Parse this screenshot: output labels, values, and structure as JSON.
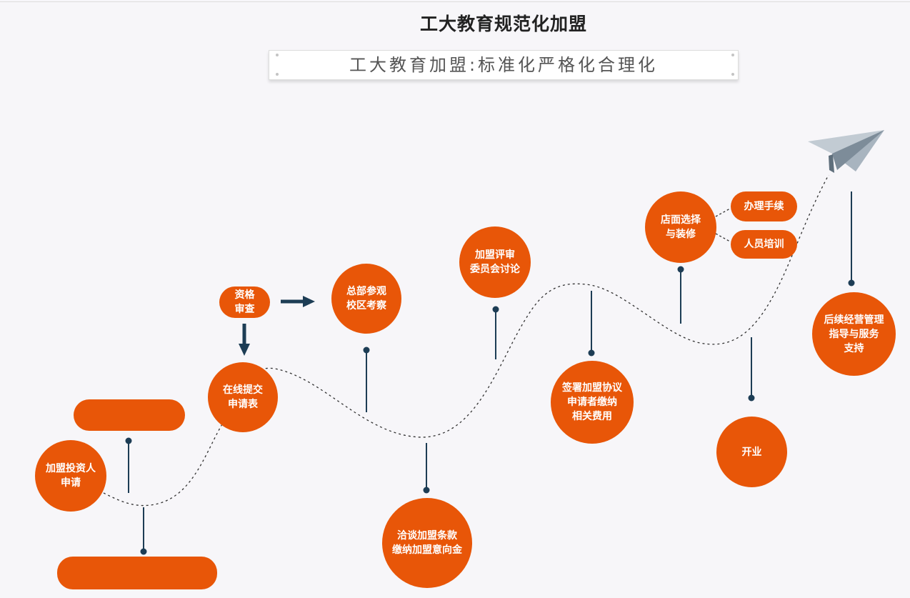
{
  "title": "工大教育规范化加盟",
  "subtitle": "工大教育加盟:标准化严格化合理化",
  "colors": {
    "accent": "#e85608",
    "connector": "#1d3d55",
    "path": "#333333",
    "plane": "#8a99a6"
  },
  "steps": {
    "investor_apply": "加盟投资人\n申请",
    "online_submit": "在线提交\n申请表",
    "qualification": "资格\n审查",
    "hq_visit": "总部参观\n校区考察",
    "negotiate": "洽谈加盟条款\n缴纳加盟意向金",
    "committee": "加盟评审\n委员会讨论",
    "sign": "签署加盟协议\n申请者缴纳\n相关费用",
    "store_select": "店面选择\n与装修",
    "procedures": "办理手续",
    "training": "人员培训",
    "opening": "开业",
    "support": "后续经营管理\n指导与服务\n支持"
  },
  "icons": [
    "arrow-right-icon",
    "arrow-down-icon",
    "paper-plane-icon"
  ]
}
